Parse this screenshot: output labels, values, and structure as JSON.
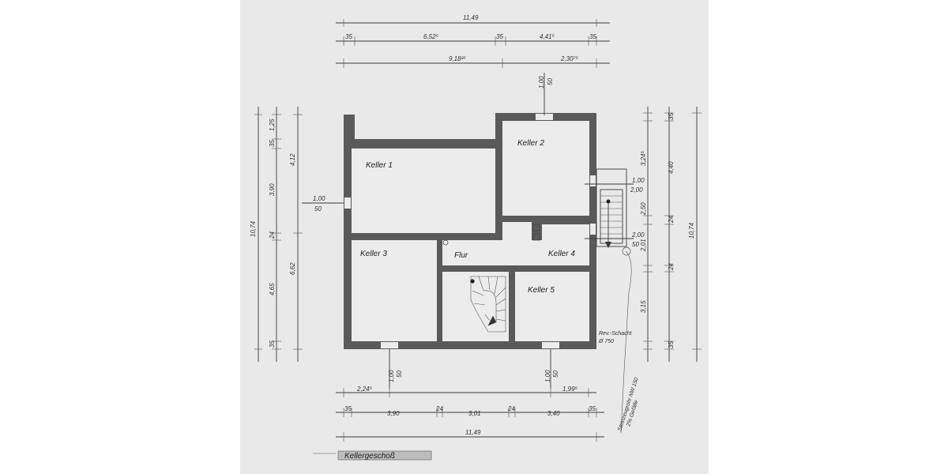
{
  "title": "Kellergeschoß",
  "rooms": {
    "keller1": "Keller 1",
    "keller2": "Keller 2",
    "keller3": "Keller 3",
    "keller4": "Keller 4",
    "keller5": "Keller 5",
    "flur": "Flur"
  },
  "top_dims": {
    "overall": "11,49",
    "seg_35a": "35",
    "seg_652": "6,52⁵",
    "seg_35b": "35",
    "seg_441": "4,41⁵",
    "seg_35c": "35",
    "seg_918": "9,18²⁵",
    "seg_230": "2,30⁷⁵",
    "window_top": "1,00",
    "window_top_b": "50"
  },
  "left_dims": {
    "overall": "10,74",
    "seg_35a": "35",
    "seg_125": "1,25",
    "seg_390": "3,90",
    "seg_412": "4,12",
    "seg_24": "24",
    "seg_465": "4,65",
    "seg_35b": "35",
    "seg_662": "6,62",
    "window_left": "1,00",
    "window_left_b": "50"
  },
  "right_dims": {
    "overall_a": "4,40",
    "overall_b": "10,74",
    "seg_35a": "35",
    "seg_324": "3,24⁵",
    "seg_24a": "24",
    "seg_250": "2,50",
    "seg_201": "2,01",
    "seg_24b": "24",
    "seg_315": "3,15",
    "seg_35b": "35",
    "win_a": "1,00",
    "win_a2": "2,00",
    "win_b": "2,00",
    "win_b2": "50"
  },
  "bottom_dims": {
    "win1": "1,00",
    "win1_b": "50",
    "win2": "1,00",
    "win2_b": "50",
    "seg_224": "2,24⁵",
    "seg_199": "1,99⁵",
    "seg_35a": "35",
    "seg_390": "3,90",
    "seg_24a": "24",
    "seg_301": "3,01",
    "seg_24b": "24",
    "seg_340": "3,40",
    "seg_35b": "35",
    "overall": "11,49"
  },
  "notes": {
    "schacht": "Rev.-Schacht",
    "schacht_dia": "Ø 750",
    "pipe": "Steinzeugrohr NW 150",
    "slope": "2% Gefälle"
  }
}
